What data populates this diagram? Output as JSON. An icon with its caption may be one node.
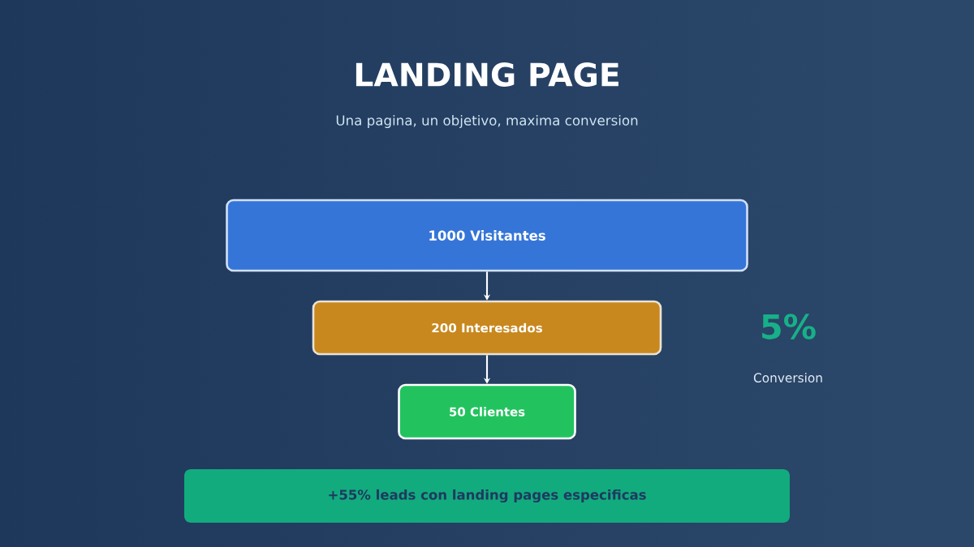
{
  "diagram": {
    "title": "LANDING PAGE",
    "nodes": [
      {
        "text": [
          "1000 Visitantes"
        ]
      },
      {
        "text": [
          "200 Interesados"
        ]
      },
      {
        "text": [
          "50 Clientes"
        ]
      },
      {
        "text": [
          "+55% leads con landing pages especificas"
        ]
      }
    ],
    "edges": [
      {
        "from": 0,
        "to": 1,
        "arrow": "to"
      },
      {
        "from": 1,
        "to": 2,
        "arrow": "to"
      }
    ],
    "labels": [
      "Una pagina, un objetivo, maxima conversion",
      "5%",
      "Conversion"
    ]
  }
}
